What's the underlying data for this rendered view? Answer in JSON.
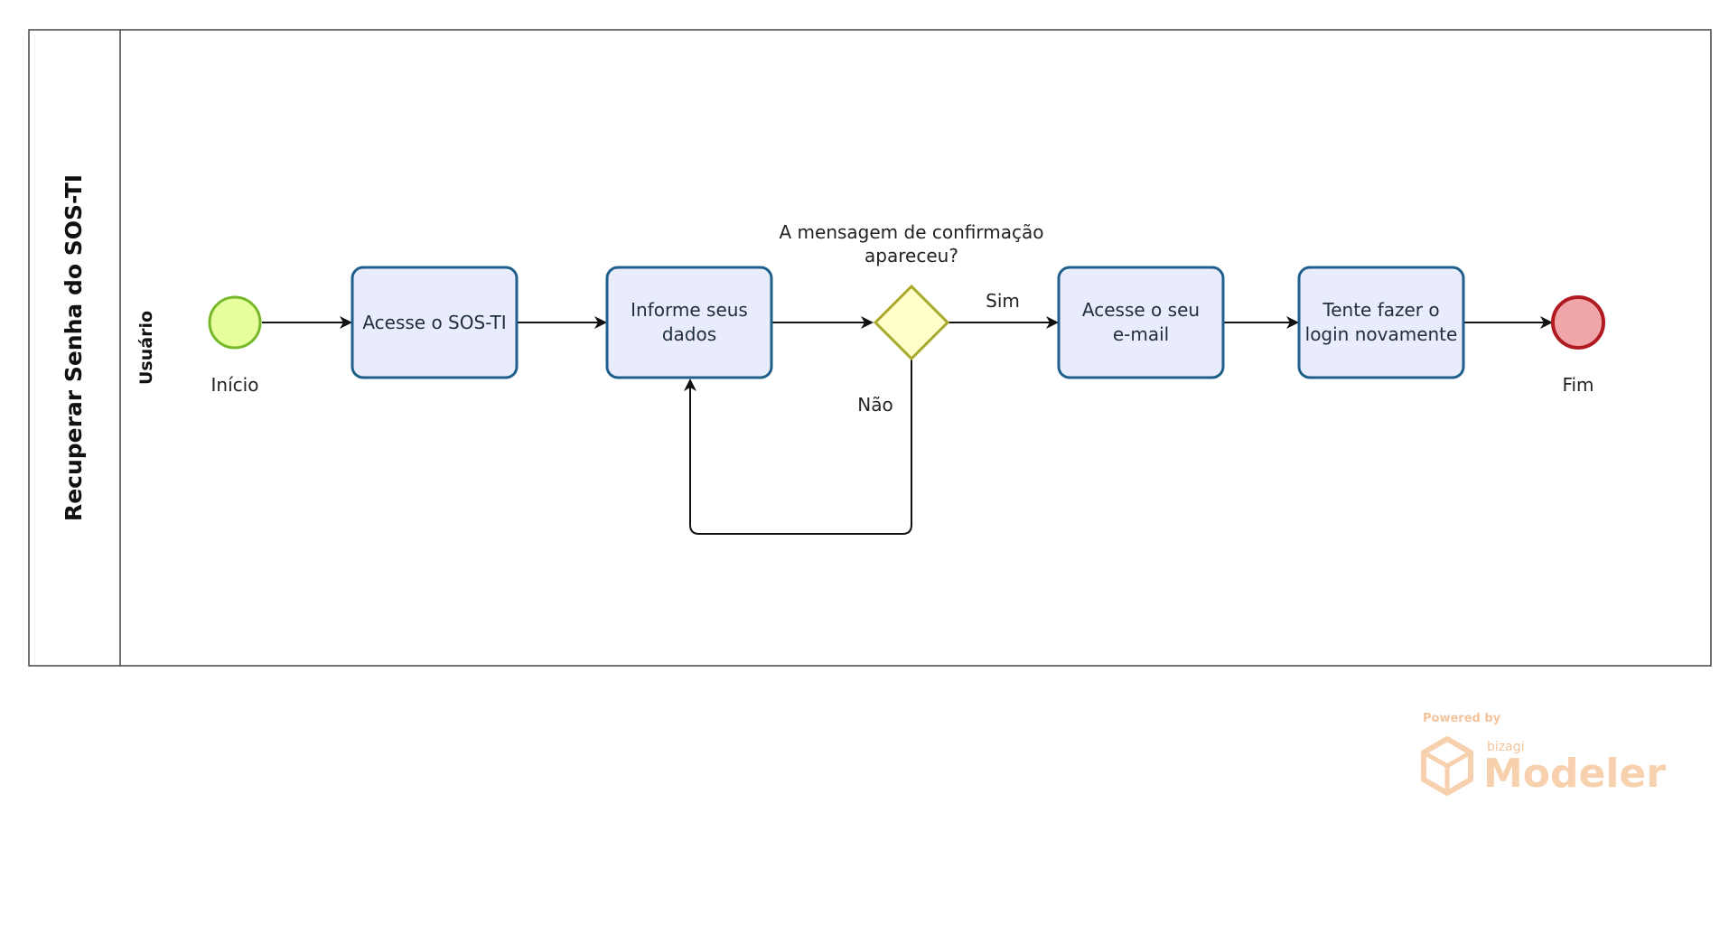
{
  "pool": {
    "title": "Recuperar Senha do SOS-TI"
  },
  "lane": {
    "title": "Usuário"
  },
  "events": {
    "start": {
      "label": "Início",
      "color": "#e6ff9c",
      "stroke": "#77b82a"
    },
    "end": {
      "label": "Fim",
      "color": "#f0a6a8",
      "stroke": "#b01b22"
    }
  },
  "tasks": [
    {
      "id": "t1",
      "lines": [
        "Acesse o SOS-TI"
      ]
    },
    {
      "id": "t2",
      "lines": [
        "Informe seus",
        "dados"
      ]
    },
    {
      "id": "t3",
      "lines": [
        "Acesse o seu",
        "e-mail"
      ]
    },
    {
      "id": "t4",
      "lines": [
        "Tente fazer o",
        "login novamente"
      ]
    }
  ],
  "gateway": {
    "question_lines": [
      "A mensagem de confirmação",
      "apareceu?"
    ],
    "yes_label": "Sim",
    "no_label": "Não"
  },
  "colors": {
    "task_fill": "#e8ecfb",
    "task_stroke": "#1f5f8b",
    "gateway_fill": "#ffffcc",
    "gateway_stroke": "#a8a82a",
    "watermark": "#f6c9a0"
  },
  "watermark": {
    "powered": "Powered by",
    "brand": "bizagi",
    "product": "Modeler"
  }
}
